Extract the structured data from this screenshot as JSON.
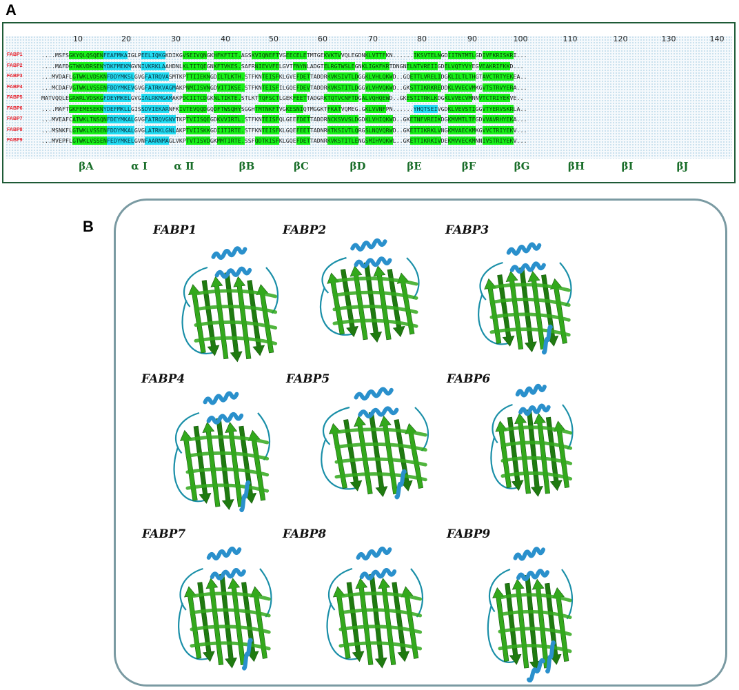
{
  "panel_a": {
    "label": "A",
    "ruler": [
      "10",
      "20",
      "30",
      "40",
      "50",
      "60",
      "70",
      "80",
      "90",
      "100",
      "110",
      "120",
      "130",
      "140"
    ],
    "structure_labels": [
      "βA",
      "α Ⅰ",
      "α Ⅱ",
      "βB",
      "βC",
      "βD",
      "βE",
      "βF",
      "βG",
      "βH",
      "βI",
      "βJ"
    ],
    "colors": {
      "beta_strand": "#18f018",
      "alpha_helix": "#22dcf2",
      "name_red": "#e8202a",
      "label_green": "#1a6e2a",
      "frame": "#1e5a36"
    },
    "sequences": [
      {
        "name": "FABP1",
        "segments": [
          {
            "t": "....MSFS",
            "c": "n"
          },
          {
            "t": "GKYQLQSQEN",
            "c": "b"
          },
          {
            "t": "FEAFMKA",
            "c": "a"
          },
          {
            "t": "IGLP",
            "c": "n"
          },
          {
            "t": "EELIQKG",
            "c": "a"
          },
          {
            "t": "KDIKG",
            "c": "n"
          },
          {
            "t": "VSEIVQN",
            "c": "b"
          },
          {
            "t": "GK",
            "c": "n"
          },
          {
            "t": "HFKFTIT.",
            "c": "b"
          },
          {
            "t": "AGS",
            "c": "n"
          },
          {
            "t": "KVIQNEFT",
            "c": "b"
          },
          {
            "t": "VG",
            "c": "n"
          },
          {
            "t": "EECELE",
            "c": "b"
          },
          {
            "t": "TMTGE",
            "c": "n"
          },
          {
            "t": "KVKTV",
            "c": "b"
          },
          {
            "t": "VQLEGDN",
            "c": "n"
          },
          {
            "t": "KLVTTF",
            "c": "b"
          },
          {
            "t": "KN......",
            "c": "n"
          },
          {
            "t": "IKSVTELN",
            "c": "b"
          },
          {
            "t": "GD",
            "c": "n"
          },
          {
            "t": "IITNTMTL",
            "c": "b"
          },
          {
            "t": "GD",
            "c": "n"
          },
          {
            "t": "IVFKRISKR",
            "c": "b"
          },
          {
            "t": "I...",
            "c": "n"
          }
        ]
      },
      {
        "name": "FABP2",
        "segments": [
          {
            "t": "....MAFD",
            "c": "n"
          },
          {
            "t": "GTWKVDRSEN",
            "c": "b"
          },
          {
            "t": "YDKFMEKM",
            "c": "a"
          },
          {
            "t": "GVN",
            "c": "n"
          },
          {
            "t": "IVKRKLA",
            "c": "a"
          },
          {
            "t": "AHDNL",
            "c": "n"
          },
          {
            "t": "KLTITQE",
            "c": "b"
          },
          {
            "t": "GN",
            "c": "n"
          },
          {
            "t": "KFTVKES.",
            "c": "b"
          },
          {
            "t": "SAFR",
            "c": "n"
          },
          {
            "t": "NIEVVFE",
            "c": "b"
          },
          {
            "t": "LGVT",
            "c": "n"
          },
          {
            "t": "FNYN",
            "c": "b"
          },
          {
            "t": "LADGT",
            "c": "n"
          },
          {
            "t": "ELRGTWSLE",
            "c": "b"
          },
          {
            "t": "GN",
            "c": "n"
          },
          {
            "t": "KLIGKFKR",
            "c": "b"
          },
          {
            "t": "TDNGN",
            "c": "n"
          },
          {
            "t": "ELNTVREII",
            "c": "b"
          },
          {
            "t": "GD",
            "c": "n"
          },
          {
            "t": "ELVQTYVY",
            "c": "b"
          },
          {
            "t": "EG",
            "c": "n"
          },
          {
            "t": "VEAKRIFKK",
            "c": "b"
          },
          {
            "t": "D...",
            "c": "n"
          }
        ]
      },
      {
        "name": "FABP3",
        "segments": [
          {
            "t": "...MVDAFL",
            "c": "n"
          },
          {
            "t": "GTWKLVDSKN",
            "c": "b"
          },
          {
            "t": "FDDYMKSL",
            "c": "a"
          },
          {
            "t": "GVG",
            "c": "n"
          },
          {
            "t": "FATRQVA",
            "c": "a"
          },
          {
            "t": "SMTKP",
            "c": "n"
          },
          {
            "t": "TTIIEKN",
            "c": "b"
          },
          {
            "t": "GD",
            "c": "n"
          },
          {
            "t": "ILTLKTH.",
            "c": "b"
          },
          {
            "t": "STFKN",
            "c": "n"
          },
          {
            "t": "TEISF",
            "c": "b"
          },
          {
            "t": "KLGVE",
            "c": "n"
          },
          {
            "t": "FDET",
            "c": "b"
          },
          {
            "t": "TADDR",
            "c": "n"
          },
          {
            "t": "KVKSIVTLD",
            "c": "b"
          },
          {
            "t": "GG",
            "c": "n"
          },
          {
            "t": "KLVHLQKW",
            "c": "b"
          },
          {
            "t": "D..GQ",
            "c": "n"
          },
          {
            "t": "ETTLVRELI",
            "c": "b"
          },
          {
            "t": "DG",
            "c": "n"
          },
          {
            "t": "KLILTLTH",
            "c": "b"
          },
          {
            "t": "GT",
            "c": "n"
          },
          {
            "t": "AVCTRTYEK",
            "c": "b"
          },
          {
            "t": "EA..",
            "c": "n"
          }
        ]
      },
      {
        "name": "FABP4",
        "segments": [
          {
            "t": "...MCDAFV",
            "c": "n"
          },
          {
            "t": "GTWKLVSSEN",
            "c": "b"
          },
          {
            "t": "FDDYMKEV",
            "c": "a"
          },
          {
            "t": "GVG",
            "c": "n"
          },
          {
            "t": "FATRKVAGM",
            "c": "a"
          },
          {
            "t": "AKP",
            "c": "n"
          },
          {
            "t": "NMIISVN",
            "c": "b"
          },
          {
            "t": "GD",
            "c": "n"
          },
          {
            "t": "VITIKSE.",
            "c": "b"
          },
          {
            "t": "STFKN",
            "c": "n"
          },
          {
            "t": "TEISF",
            "c": "b"
          },
          {
            "t": "ILGQE",
            "c": "n"
          },
          {
            "t": "FDEV",
            "c": "b"
          },
          {
            "t": "TADDR",
            "c": "n"
          },
          {
            "t": "KVKSTITLD",
            "c": "b"
          },
          {
            "t": "GG",
            "c": "n"
          },
          {
            "t": "VLVHVQKW",
            "c": "b"
          },
          {
            "t": "D..GK",
            "c": "n"
          },
          {
            "t": "STTIKRKRE",
            "c": "b"
          },
          {
            "t": "DD",
            "c": "n"
          },
          {
            "t": "KLVVECVM",
            "c": "b"
          },
          {
            "t": "KG",
            "c": "n"
          },
          {
            "t": "VTSTRVYER",
            "c": "b"
          },
          {
            "t": "A...",
            "c": "n"
          }
        ]
      },
      {
        "name": "FABP5",
        "segments": [
          {
            "t": "MATVQQLE",
            "c": "n"
          },
          {
            "t": "GRWRLVDSKG",
            "c": "b"
          },
          {
            "t": "FDEYMKEL",
            "c": "a"
          },
          {
            "t": "GVG",
            "c": "n"
          },
          {
            "t": "IALRKMGAM",
            "c": "a"
          },
          {
            "t": "AKP",
            "c": "n"
          },
          {
            "t": "DCIITCD",
            "c": "b"
          },
          {
            "t": "GK",
            "c": "n"
          },
          {
            "t": "NLTIKTE.",
            "c": "b"
          },
          {
            "t": "STLKT",
            "c": "n"
          },
          {
            "t": "TQFSCT",
            "c": "b"
          },
          {
            "t": "LGEK",
            "c": "n"
          },
          {
            "t": "FEET",
            "c": "b"
          },
          {
            "t": "TADGR",
            "c": "n"
          },
          {
            "t": "KTQTVCNFTD",
            "c": "b"
          },
          {
            "t": "G",
            "c": "n"
          },
          {
            "t": "ALVQHQEW",
            "c": "b"
          },
          {
            "t": "D..GK",
            "c": "n"
          },
          {
            "t": "ESTITRKLK",
            "c": "b"
          },
          {
            "t": "DG",
            "c": "n"
          },
          {
            "t": "KLVVECVM",
            "c": "b"
          },
          {
            "t": "NN",
            "c": "n"
          },
          {
            "t": "VTCTRIYEK",
            "c": "b"
          },
          {
            "t": "VE..",
            "c": "n"
          }
        ]
      },
      {
        "name": "FABP6",
        "segments": [
          {
            "t": "....MAFT",
            "c": "n"
          },
          {
            "t": "GKFEMESEKN",
            "c": "b"
          },
          {
            "t": "YDEFMKLL",
            "c": "a"
          },
          {
            "t": "GIS",
            "c": "n"
          },
          {
            "t": "SDVIEKAR",
            "c": "a"
          },
          {
            "t": "NFK",
            "c": "n"
          },
          {
            "t": "IVTEVQQD",
            "c": "b"
          },
          {
            "t": "GQ",
            "c": "n"
          },
          {
            "t": "DFTWSQHY",
            "c": "b"
          },
          {
            "t": "SGGH",
            "c": "n"
          },
          {
            "t": "TMTNKFT",
            "c": "b"
          },
          {
            "t": "VG",
            "c": "n"
          },
          {
            "t": "KESNI",
            "c": "b"
          },
          {
            "t": "QTMGGKT",
            "c": "n"
          },
          {
            "t": "FKAT",
            "c": "b"
          },
          {
            "t": "VQMEG.G",
            "c": "n"
          },
          {
            "t": "KLVVNF",
            "c": "b"
          },
          {
            "t": "PN......",
            "c": "n"
          },
          {
            "t": "YHQTSEI",
            "c": "a"
          },
          {
            "t": "VGD",
            "c": "n"
          },
          {
            "t": "KLVEVSTI",
            "c": "b"
          },
          {
            "t": "GG",
            "c": "n"
          },
          {
            "t": "VTYERVSKR",
            "c": "b"
          },
          {
            "t": "LA..",
            "c": "n"
          }
        ]
      },
      {
        "name": "FABP7",
        "segments": [
          {
            "t": "...MVEAFC",
            "c": "n"
          },
          {
            "t": "ATWKLTNSQN",
            "c": "b"
          },
          {
            "t": "FDEYMKAL",
            "c": "a"
          },
          {
            "t": "GVG",
            "c": "n"
          },
          {
            "t": "FATRQVGNV",
            "c": "a"
          },
          {
            "t": "TKP",
            "c": "n"
          },
          {
            "t": "TVIISQE",
            "c": "b"
          },
          {
            "t": "GD",
            "c": "n"
          },
          {
            "t": "KVVIRTL.",
            "c": "b"
          },
          {
            "t": "STFKN",
            "c": "n"
          },
          {
            "t": "TEISF",
            "c": "b"
          },
          {
            "t": "QLGEE",
            "c": "n"
          },
          {
            "t": "FDET",
            "c": "b"
          },
          {
            "t": "TADDR",
            "c": "n"
          },
          {
            "t": "NCKSVVSLD",
            "c": "b"
          },
          {
            "t": "GD",
            "c": "n"
          },
          {
            "t": "KLVHIQKW",
            "c": "b"
          },
          {
            "t": "D..GK",
            "c": "n"
          },
          {
            "t": "ETNFVREIK",
            "c": "b"
          },
          {
            "t": "DG",
            "c": "n"
          },
          {
            "t": "KMVMTLTF",
            "c": "b"
          },
          {
            "t": "GD",
            "c": "n"
          },
          {
            "t": "VVAVRHYEK",
            "c": "b"
          },
          {
            "t": "A...",
            "c": "n"
          }
        ]
      },
      {
        "name": "FABP8",
        "segments": [
          {
            "t": "...MSNKFL",
            "c": "n"
          },
          {
            "t": "GTWKLVSSEN",
            "c": "b"
          },
          {
            "t": "FDDYMKAL",
            "c": "a"
          },
          {
            "t": "GVG",
            "c": "n"
          },
          {
            "t": "LATRKLGNL",
            "c": "a"
          },
          {
            "t": "AKP",
            "c": "n"
          },
          {
            "t": "TVIISKK",
            "c": "b"
          },
          {
            "t": "GD",
            "c": "n"
          },
          {
            "t": "IITIRTE.",
            "c": "b"
          },
          {
            "t": "STFKN",
            "c": "n"
          },
          {
            "t": "TEISF",
            "c": "b"
          },
          {
            "t": "KLGQE",
            "c": "n"
          },
          {
            "t": "FEET",
            "c": "b"
          },
          {
            "t": "TADNR",
            "c": "n"
          },
          {
            "t": "KTKSIVTLQ",
            "c": "b"
          },
          {
            "t": "RG",
            "c": "n"
          },
          {
            "t": "SLNQVQRW",
            "c": "b"
          },
          {
            "t": "D..GK",
            "c": "n"
          },
          {
            "t": "ETTIKRKLV",
            "c": "b"
          },
          {
            "t": "NG",
            "c": "n"
          },
          {
            "t": "KMVAECKM",
            "c": "b"
          },
          {
            "t": "KG",
            "c": "n"
          },
          {
            "t": "VVCTRIYEK",
            "c": "b"
          },
          {
            "t": "V...",
            "c": "n"
          }
        ]
      },
      {
        "name": "FABP9",
        "segments": [
          {
            "t": "...MVEPFL",
            "c": "n"
          },
          {
            "t": "GTWKLVSSEN",
            "c": "b"
          },
          {
            "t": "FEDYMKEL",
            "c": "a"
          },
          {
            "t": "GVN",
            "c": "n"
          },
          {
            "t": "FAARNMA",
            "c": "a"
          },
          {
            "t": "GLVKP",
            "c": "n"
          },
          {
            "t": "TVTISVD",
            "c": "b"
          },
          {
            "t": "GK",
            "c": "n"
          },
          {
            "t": "MMTIRTE.",
            "c": "b"
          },
          {
            "t": "SSF",
            "c": "n"
          },
          {
            "t": "QDTKISF",
            "c": "b"
          },
          {
            "t": "KLGQE",
            "c": "n"
          },
          {
            "t": "FDET",
            "c": "b"
          },
          {
            "t": "TADNR",
            "c": "n"
          },
          {
            "t": "KVKSTITLE",
            "c": "b"
          },
          {
            "t": "NG",
            "c": "n"
          },
          {
            "t": "SMIHVQKW",
            "c": "b"
          },
          {
            "t": "L..GK",
            "c": "n"
          },
          {
            "t": "ETTIKRKIV",
            "c": "b"
          },
          {
            "t": "DE",
            "c": "n"
          },
          {
            "t": "KMVVECKM",
            "c": "b"
          },
          {
            "t": "NN",
            "c": "n"
          },
          {
            "t": "IVSTRIYEK",
            "c": "b"
          },
          {
            "t": "V...",
            "c": "n"
          }
        ]
      }
    ]
  },
  "panel_b": {
    "label": "B",
    "colors": {
      "sheet": "#33a81c",
      "sheet_dark": "#1f7a10",
      "helix": "#2a90cc",
      "loop": "#1a8fa8",
      "border": "#7a9aa2"
    },
    "proteins": [
      "FABP1",
      "FABP2",
      "FABP3",
      "FABP4",
      "FABP5",
      "FABP6",
      "FABP7",
      "FABP8",
      "FABP9"
    ]
  }
}
